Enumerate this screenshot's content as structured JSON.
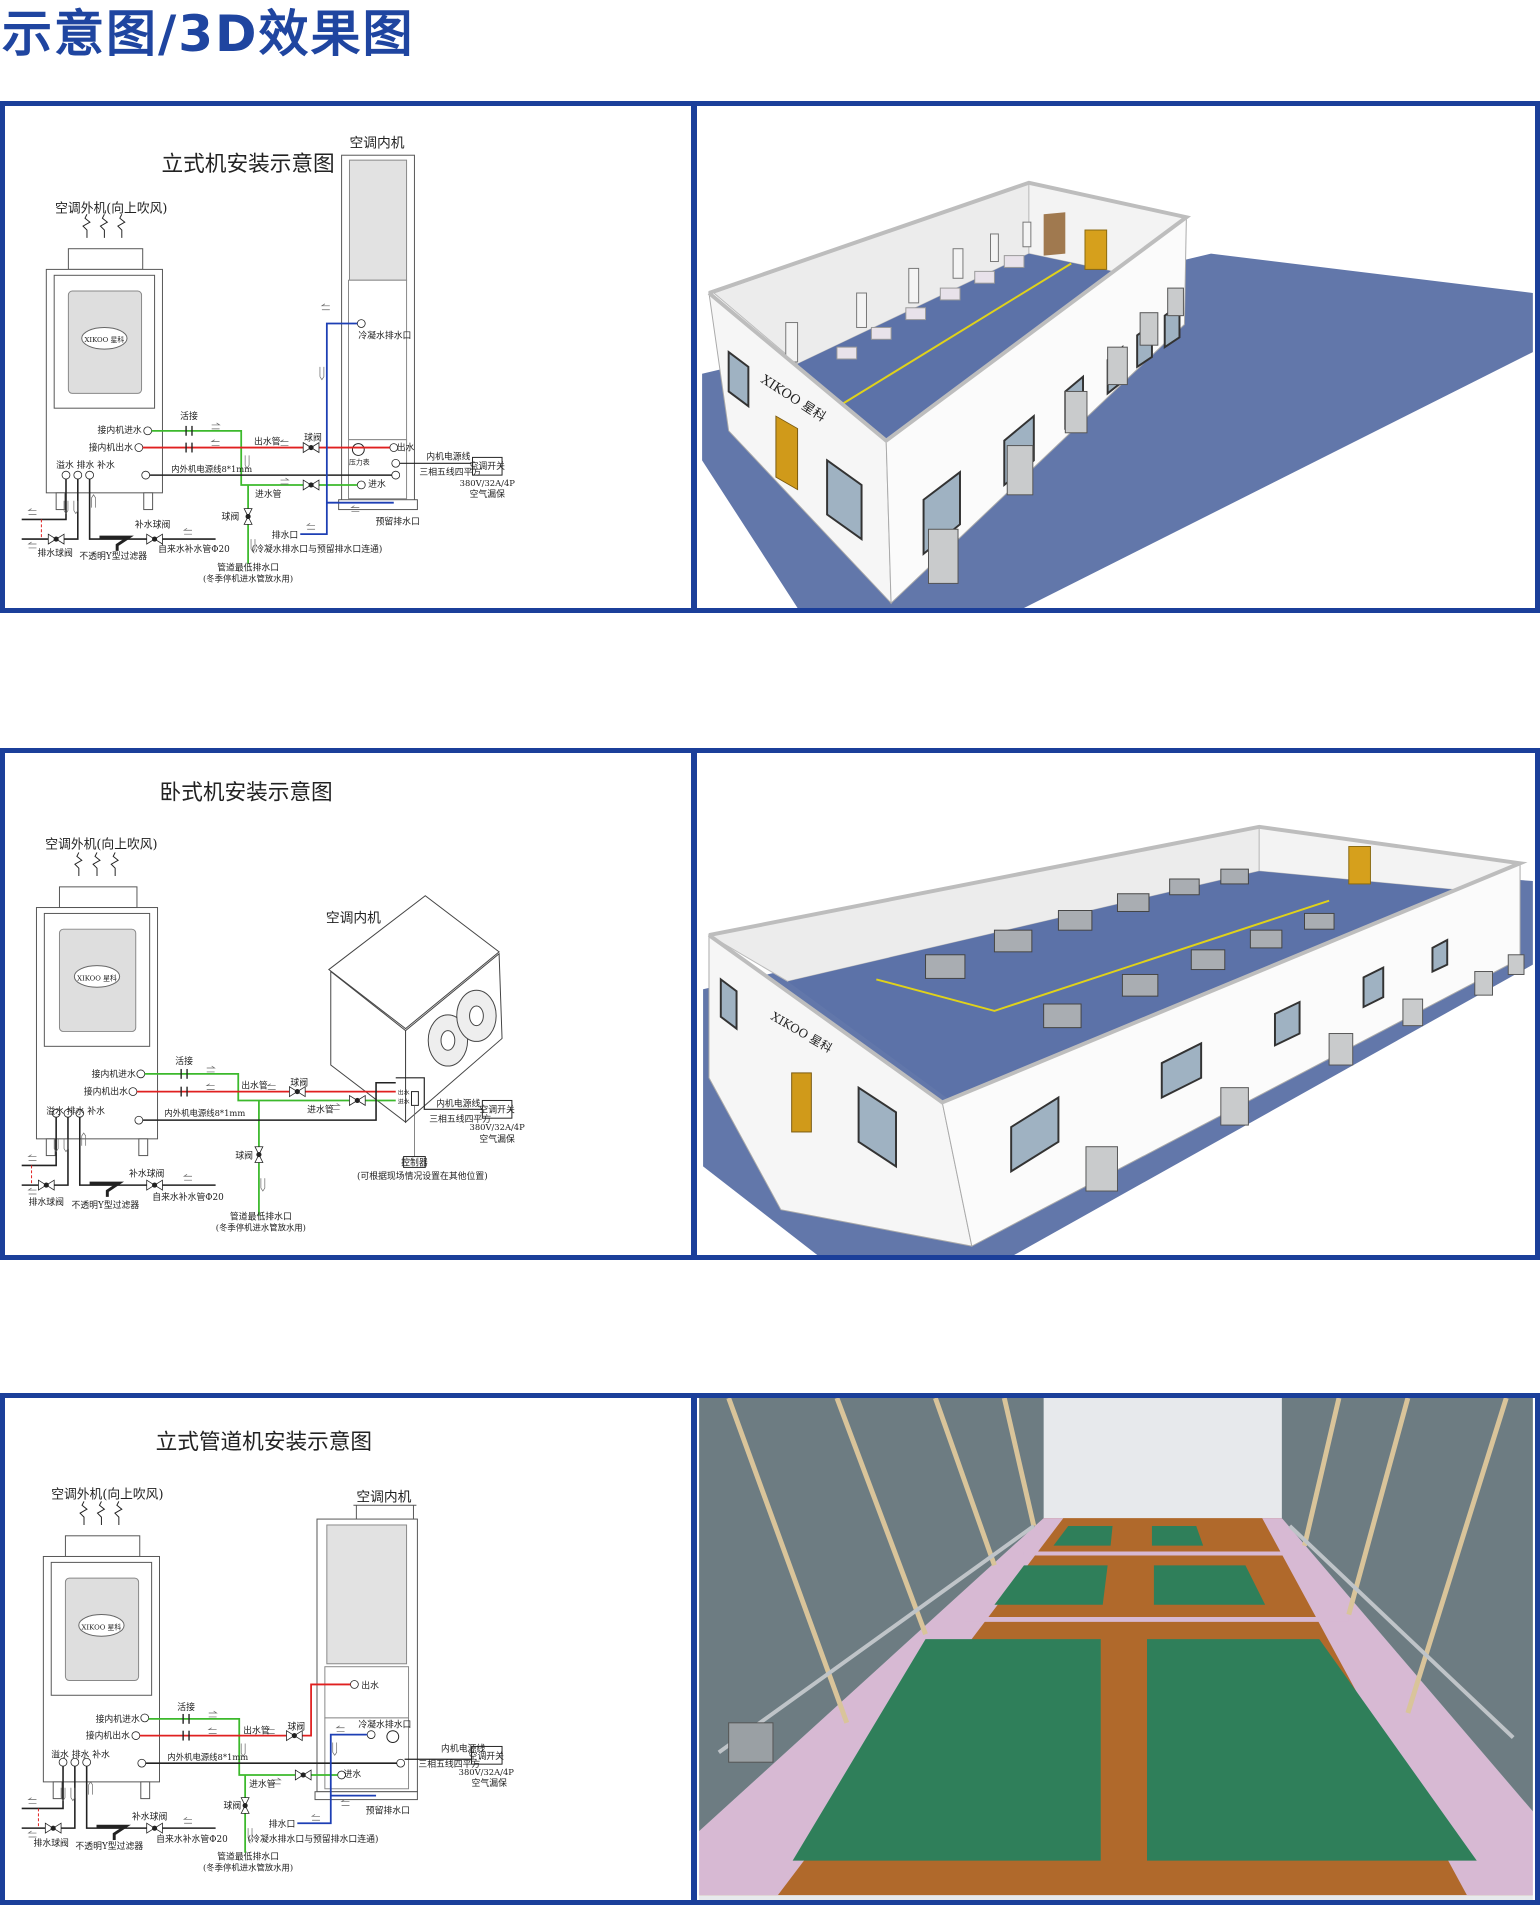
{
  "heading": "示意图/3D效果图",
  "colors": {
    "brand_blue": "#1b3f9a",
    "supply_green": "#3cb92c",
    "return_red": "#e02020",
    "drain_blue": "#1d3fb4",
    "floor_blue": "#5f74a6",
    "court_green": "#2f7f5a",
    "court_brown": "#b06a2a"
  },
  "diagrams": [
    {
      "title": "立式机安装示意图",
      "labels": {
        "indoor": "空调内机",
        "outdoor": "空调外机(向上吹风)",
        "logo": "XIKOO 星科",
        "in_water": "接内机进水",
        "out_water": "接内机出水",
        "drains": "溢水 排水 补水",
        "union": "活接",
        "out_pipe": "出水管",
        "valve1": "球阀",
        "power_cable": "内外机电源线8*1mm",
        "in_pipe": "进水管",
        "valve2": "球阀",
        "lowest_drain": "管道最低排水口",
        "winter_note": "(冬季停机进水管放水用)",
        "drain_valve": "排水球阀",
        "y_filter": "不透明Y型过滤器",
        "makeup_valve": "补水球阀",
        "tap_pipe": "自来水补水管Φ20",
        "indoor_power": "内机电源线",
        "three_phase": "三相五线四平方",
        "switch": "空调开关",
        "spec": "380V/32A/4P",
        "leak": "空气漏保",
        "condensate": "冷凝水排水口",
        "outlet": "出水",
        "inlet": "进水",
        "drain_port": "排水口",
        "connect_note": "(冷凝水排水口与预留排水口连通)",
        "reserved": "预留排水口",
        "gauge": "压力表"
      }
    },
    {
      "title": "卧式机安装示意图",
      "labels": {
        "indoor": "空调内机",
        "outdoor": "空调外机(向上吹风)",
        "logo": "XIKOO 星科",
        "in_water": "接内机进水",
        "out_water": "接内机出水",
        "drains": "溢水 排水 补水",
        "union": "活接",
        "out_pipe": "出水管",
        "valve1": "球阀",
        "power_cable": "内外机电源线8*1mm",
        "in_pipe": "进水管",
        "valve2": "球阀",
        "lowest_drain": "管道最低排水口",
        "winter_note": "(冬季停机进水管放水用)",
        "drain_valve": "排水球阀",
        "y_filter": "不透明Y型过滤器",
        "makeup_valve": "补水球阀",
        "tap_pipe": "自来水补水管Φ20",
        "indoor_power": "内机电源线",
        "three_phase": "三相五线四平方",
        "switch": "空调开关",
        "spec": "380V/32A/4P",
        "leak": "空气漏保",
        "outlet": "出水",
        "inlet": "进水",
        "controller": "控制器",
        "controller_note": "(可根据现场情况设置在其他位置)"
      }
    },
    {
      "title": "立式管道机安装示意图",
      "labels": {
        "indoor": "空调内机",
        "outdoor": "空调外机(向上吹风)",
        "logo": "XIKOO 星科",
        "in_water": "接内机进水",
        "out_water": "接内机出水",
        "drains": "溢水 排水 补水",
        "union": "活接",
        "out_pipe": "出水管",
        "valve1": "球阀",
        "power_cable": "内外机电源线8*1mm",
        "in_pipe": "进水管",
        "valve2": "球阀",
        "lowest_drain": "管道最低排水口",
        "winter_note": "(冬季停机进水管放水用)",
        "drain_valve": "排水球阀",
        "y_filter": "不透明Y型过滤器",
        "makeup_valve": "补水球阀",
        "tap_pipe": "自来水补水管Φ20",
        "indoor_power": "内机电源线",
        "three_phase": "三相五线四平方",
        "switch": "空调开关",
        "spec": "380V/32A/4P",
        "leak": "空气漏保",
        "condensate": "冷凝水排水口",
        "outlet": "出水",
        "inlet": "进水",
        "drain_port": "排水口",
        "connect_note": "(冷凝水排水口与预留排水口连通)",
        "reserved": "预留排水口"
      }
    }
  ],
  "renders": {
    "wall_logo": "XIKOO 星科"
  }
}
